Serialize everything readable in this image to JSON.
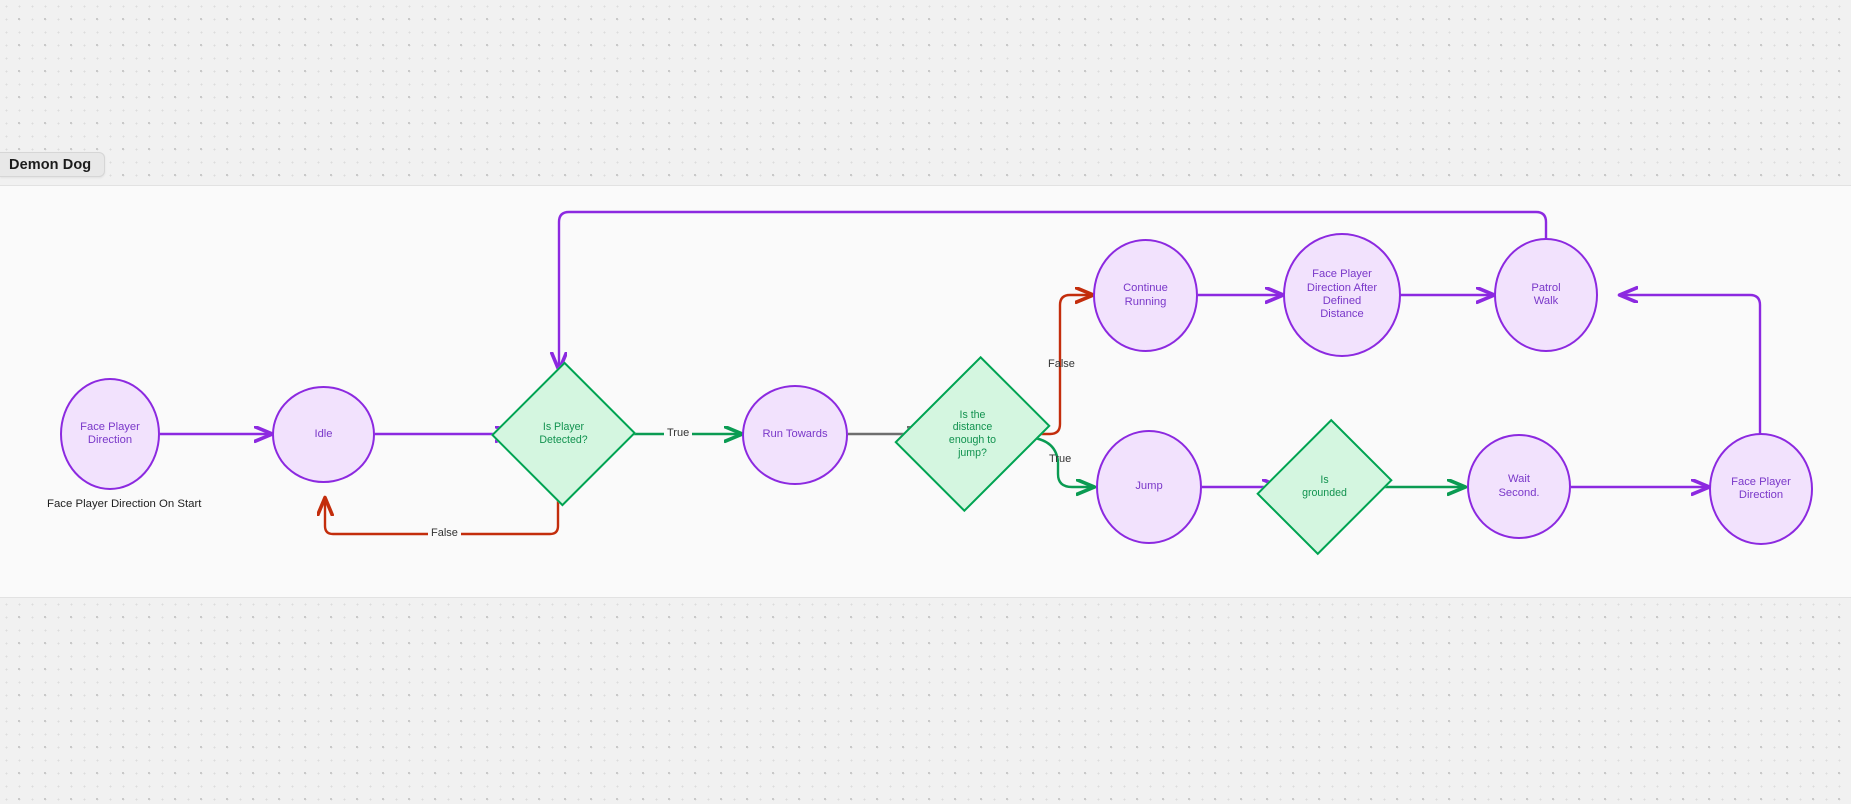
{
  "window": {
    "background_color": "#f1f1f1",
    "sheet_color": "#fafafa"
  },
  "title_pill": {
    "label": "Demon Dog"
  },
  "palette": {
    "action_fill": "#f2e2fd",
    "action_stroke": "#8c29e0",
    "action_text": "#7a38c9",
    "condition_fill": "#d4f6e0",
    "condition_stroke": "#00a352",
    "condition_text": "#11924f",
    "edge_purple": "#8c29e0",
    "edge_green": "#0a9b52",
    "edge_red": "#c32d0c",
    "edge_gray": "#6e6e6e"
  },
  "diagram": {
    "type": "flowchart",
    "nodes": [
      {
        "id": "face-player-direction-start",
        "shape": "circle",
        "label": "Face Player\nDirection"
      },
      {
        "id": "idle",
        "shape": "circle",
        "label": "Idle"
      },
      {
        "id": "is-player-detected",
        "shape": "diamond",
        "label": "Is Player\nDetected?"
      },
      {
        "id": "run-towards",
        "shape": "circle",
        "label": "Run Towards"
      },
      {
        "id": "is-distance-enough-to-jump",
        "shape": "diamond",
        "label": "Is the\ndistance\nenough to\njump?"
      },
      {
        "id": "continue-running",
        "shape": "circle",
        "label": "Continue\nRunning"
      },
      {
        "id": "face-player-direction-after-defined-distance",
        "shape": "circle",
        "label": "Face Player\nDirection After\nDefined\nDistance"
      },
      {
        "id": "patrol-walk",
        "shape": "circle",
        "label": "Patrol\nWalk"
      },
      {
        "id": "jump",
        "shape": "circle",
        "label": "Jump"
      },
      {
        "id": "is-grounded",
        "shape": "diamond",
        "label": "Is\ngrounded"
      },
      {
        "id": "wait-second",
        "shape": "circle",
        "label": "Wait\nSecond."
      },
      {
        "id": "face-player-direction-end",
        "shape": "circle",
        "label": "Face Player\nDirection"
      }
    ],
    "captions": [
      {
        "id": "start-caption",
        "text": "Face Player Direction On Start"
      }
    ],
    "edges": [
      {
        "from": "face-player-direction-start",
        "to": "idle",
        "label": "",
        "color": "#8c29e0"
      },
      {
        "from": "idle",
        "to": "is-player-detected",
        "label": "",
        "color": "#8c29e0"
      },
      {
        "from": "is-player-detected",
        "to": "run-towards",
        "label": "True",
        "color": "#0a9b52"
      },
      {
        "from": "is-player-detected",
        "to": "idle",
        "label": "False",
        "color": "#c32d0c"
      },
      {
        "from": "run-towards",
        "to": "is-distance-enough-to-jump",
        "label": "",
        "color": "#6e6e6e"
      },
      {
        "from": "is-distance-enough-to-jump",
        "to": "continue-running",
        "label": "False",
        "color": "#c32d0c"
      },
      {
        "from": "is-distance-enough-to-jump",
        "to": "jump",
        "label": "True",
        "color": "#0a9b52"
      },
      {
        "from": "continue-running",
        "to": "face-player-direction-after-defined-distance",
        "label": "",
        "color": "#8c29e0"
      },
      {
        "from": "face-player-direction-after-defined-distance",
        "to": "patrol-walk",
        "label": "",
        "color": "#8c29e0"
      },
      {
        "from": "patrol-walk",
        "to": "is-player-detected",
        "label": "",
        "color": "#8c29e0"
      },
      {
        "from": "jump",
        "to": "is-grounded",
        "label": "",
        "color": "#8c29e0"
      },
      {
        "from": "is-grounded",
        "to": "wait-second",
        "label": "",
        "color": "#0a9b52"
      },
      {
        "from": "wait-second",
        "to": "face-player-direction-end",
        "label": "",
        "color": "#8c29e0"
      },
      {
        "from": "face-player-direction-end",
        "to": "patrol-walk",
        "label": "",
        "color": "#8c29e0"
      }
    ],
    "edge_labels": {
      "detected_true": "True",
      "detected_false": "False",
      "jump_false": "False",
      "jump_true": "True"
    }
  }
}
